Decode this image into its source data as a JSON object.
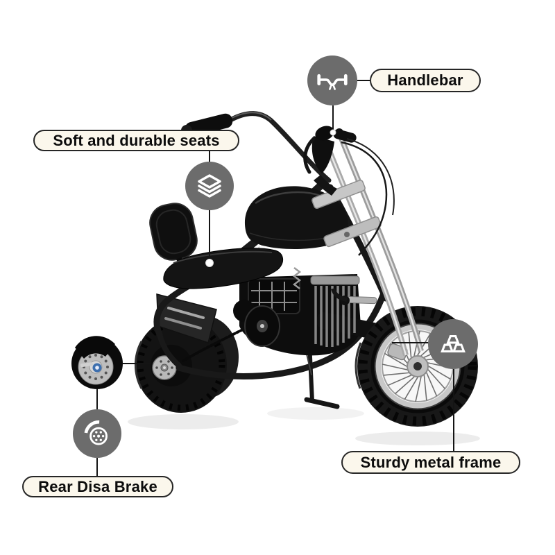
{
  "colors": {
    "canvas": "#ffffff",
    "circle-bg": "#6c6c6c",
    "icon": "#ffffff",
    "pill-bg": "#fbf7ec",
    "pill-border": "#262626",
    "pill-text": "#0c0c0c",
    "connector": "#141414"
  },
  "callouts": {
    "handlebar": {
      "label": "Handlebar",
      "icon": "handlebar-icon"
    },
    "seats": {
      "label": "Soft and durable seats",
      "icon": "layers-icon"
    },
    "rear_brake": {
      "label": "Rear Disa Brake",
      "icon": "disc-brake-icon"
    },
    "frame": {
      "label": "Sturdy metal frame",
      "icon": "gold-ingots-icon"
    }
  }
}
